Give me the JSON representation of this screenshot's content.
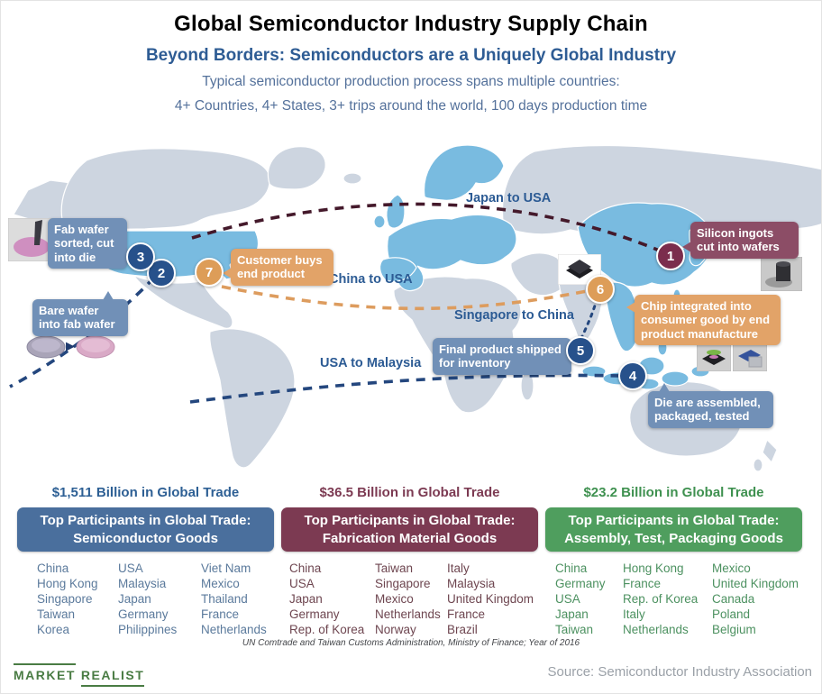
{
  "header": {
    "title": "Global Semiconductor Industry Supply Chain",
    "subtitle": "Beyond Borders: Semiconductors are a Uniquely Global Industry",
    "desc1": "Typical semiconductor production process spans multiple countries:",
    "desc2": "4+ Countries, 4+ States, 3+ trips around the world, 100 days production time"
  },
  "map": {
    "routes": {
      "japan_usa": "Japan to USA",
      "china_usa": "China to USA",
      "singapore_china": "Singapore to China",
      "usa_malaysia": "USA to Malaysia"
    },
    "callouts": {
      "silicon_ingots": "Silicon ingots cut into wafers",
      "fab_wafer": "Fab wafer sorted, cut into die",
      "bare_wafer": "Bare wafer into fab wafer",
      "customer_buys": "Customer buys end product",
      "chip_integrated": "Chip integrated into consumer good by end product manufacture",
      "final_product": "Final product shipped for inventory",
      "die_assembled": "Die are assembled, packaged, tested"
    },
    "markers": [
      "1",
      "2",
      "3",
      "4",
      "5",
      "6",
      "7"
    ]
  },
  "icons": {
    "wafer_transform_arrow": "▶"
  },
  "trade": {
    "tables": [
      {
        "amount": "$1,511 Billion in Global Trade",
        "heading1": "Top Participants in Global Trade:",
        "heading2": "Semiconductor Goods",
        "columns": [
          [
            "China",
            "Hong Kong",
            "Singapore",
            "Taiwan",
            "Korea"
          ],
          [
            "USA",
            "Malaysia",
            "Japan",
            "Germany",
            "Philippines"
          ],
          [
            "Viet Nam",
            "Mexico",
            "Thailand",
            "France",
            "Netherlands"
          ]
        ]
      },
      {
        "amount": "$36.5 Billion in Global Trade",
        "heading1": "Top Participants in Global Trade:",
        "heading2": "Fabrication Material Goods",
        "columns": [
          [
            "China",
            "USA",
            "Japan",
            "Germany",
            "Rep. of Korea"
          ],
          [
            "Taiwan",
            "Singapore",
            "Mexico",
            "Netherlands",
            "Norway"
          ],
          [
            "Italy",
            "Malaysia",
            "United Kingdom",
            "France",
            "Brazil"
          ]
        ]
      },
      {
        "amount": "$23.2 Billion in Global Trade",
        "heading1": "Top Participants in Global Trade:",
        "heading2": "Assembly, Test, Packaging Goods",
        "columns": [
          [
            "China",
            "Germany",
            "USA",
            "Japan",
            "Taiwan"
          ],
          [
            "Hong Kong",
            "France",
            "Rep. of Korea",
            "Italy",
            "Netherlands"
          ],
          [
            "Mexico",
            "United Kingdom",
            "Canada",
            "Poland",
            "Belgium"
          ]
        ]
      }
    ],
    "footnote": "UN Comtrade and Taiwan Customs Administration, Ministry of Finance; Year of 2016"
  },
  "footer": {
    "logo_market": "MARKET",
    "logo_realist": "REALIST",
    "source": "Source: Semiconductor Industry Association"
  },
  "colors": {
    "accent_blue": "#4a6f9d",
    "accent_maroon": "#7c3a52",
    "accent_green": "#4f9e5e",
    "callout_blue": "#7190b7",
    "callout_orange": "#e2a368",
    "callout_maroon": "#8c4d66",
    "marker_navy": "#27518b",
    "marker_maroon": "#7b2d4d",
    "marker_orange": "#dd9d58",
    "map_land": "#cdd5e0",
    "map_highlight": "#79bbe0"
  }
}
